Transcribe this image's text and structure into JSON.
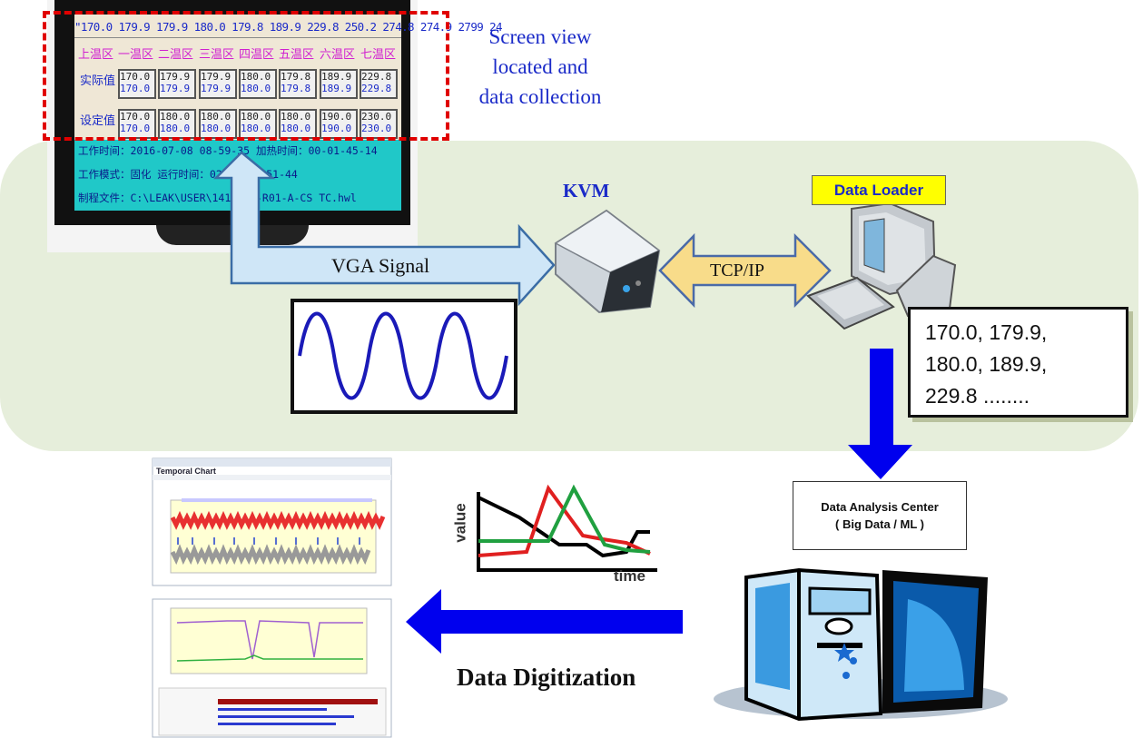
{
  "monitor": {
    "tabs_row": "\"170.0 179.9 179.9 180.0 179.8 189.9 229.8 250.2 274.8 274.9 2799 24",
    "zone_header_first": "上温区",
    "zones": [
      "一温区",
      "二温区",
      "三温区",
      "四温区",
      "五温区",
      "六温区",
      "七温区"
    ],
    "actual_label": "实际值",
    "setpoint_label": "设定值",
    "actual_values": [
      [
        "170.0",
        "170.0"
      ],
      [
        "179.9",
        "179.9"
      ],
      [
        "179.9",
        "179.9"
      ],
      [
        "180.0",
        "180.0"
      ],
      [
        "179.8",
        "179.8"
      ],
      [
        "189.9",
        "189.9"
      ],
      [
        "229.8",
        "229.8"
      ]
    ],
    "setpoint_values": [
      [
        "170.0",
        "170.0"
      ],
      [
        "180.0",
        "180.0"
      ],
      [
        "180.0",
        "180.0"
      ],
      [
        "180.0",
        "180.0"
      ],
      [
        "180.0",
        "180.0"
      ],
      [
        "190.0",
        "190.0"
      ],
      [
        "230.0",
        "230.0"
      ]
    ],
    "status_line1": "工作时间：2016-07-08  08-59-35   加热时间：00-01-45-14",
    "status_line2": "工作模式：固化                     运行时间：02727-20-51-44",
    "status_line3": "制程文件：C:\\LEAK\\USER\\14180    J-R01-A-CS    TC.hwl"
  },
  "labels": {
    "screen_view": [
      "Screen view",
      "located and",
      "data collection"
    ],
    "kvm": "KVM",
    "data_loader": "Data Loader",
    "vga_signal": "VGA Signal",
    "tcp_ip": "TCP/IP",
    "values_box": [
      "170.0, 179.9,",
      "180.0, 189.9,",
      "229.8 ........"
    ],
    "analysis_center": [
      "Data Analysis Center",
      "( Big Data / ML )"
    ],
    "data_digitization": "Data Digitization",
    "axis_value": "value",
    "axis_time": "time"
  },
  "screenshots": {
    "temporal_title": "Temporal Chart"
  },
  "colors": {
    "band": "#e6eedb",
    "arrow_blue": "#0000ee",
    "vga_arrow": "#cfe6f7",
    "tcp_arrow": "#f8dc8a",
    "loader_bg": "#ffff00",
    "dashed_red": "#e00000",
    "screen_blue_label": "#1a2ac8",
    "zone_magenta": "#d020d0",
    "status_bg": "#20c8c8"
  }
}
